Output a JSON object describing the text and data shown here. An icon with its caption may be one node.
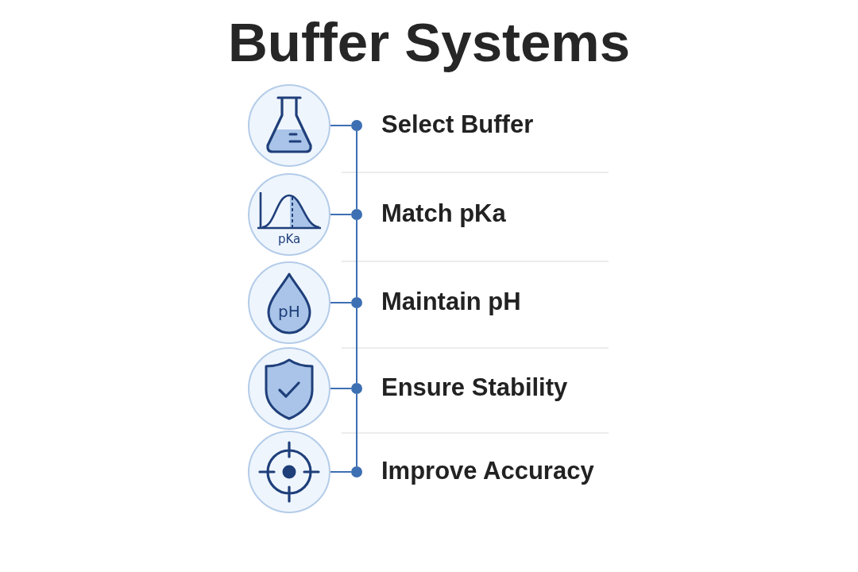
{
  "diagram": {
    "title": "Buffer Systems",
    "nodes": [
      {
        "text": [],
        "shape": "circle"
      },
      {
        "text": [],
        "shape": "circle",
        "beside": [
          "Select Buffer"
        ]
      },
      {
        "text": [
          "pKa"
        ]
      },
      {
        "text": [],
        "shape": "circle",
        "beside": [
          "Match pKa"
        ]
      },
      {
        "text": [
          "pH"
        ]
      },
      {
        "text": [],
        "shape": "circle",
        "beside": [
          "Maintain pH"
        ]
      },
      {
        "text": [],
        "shape": "circle"
      },
      {
        "text": [],
        "shape": "circle",
        "beside": [
          "Ensure Stability"
        ]
      },
      {
        "text": [],
        "shape": "circle"
      },
      {
        "text": [],
        "shape": "circle",
        "beside": [
          "Improve Accuracy"
        ]
      }
    ],
    "edges": [
      {
        "from": 0,
        "to": 1,
        "arrow": "none"
      },
      {
        "from": 1,
        "to": 3,
        "arrow": "none"
      },
      {
        "from": 2,
        "to": 3,
        "arrow": "none"
      },
      {
        "from": 3,
        "to": 5,
        "arrow": "none"
      },
      {
        "from": 4,
        "to": 5,
        "arrow": "none"
      },
      {
        "from": 5,
        "to": 7,
        "arrow": "none"
      },
      {
        "from": 6,
        "to": 7,
        "arrow": "none"
      },
      {
        "from": 7,
        "to": 9,
        "arrow": "none"
      },
      {
        "from": 8,
        "to": 9,
        "arrow": "none"
      }
    ]
  }
}
